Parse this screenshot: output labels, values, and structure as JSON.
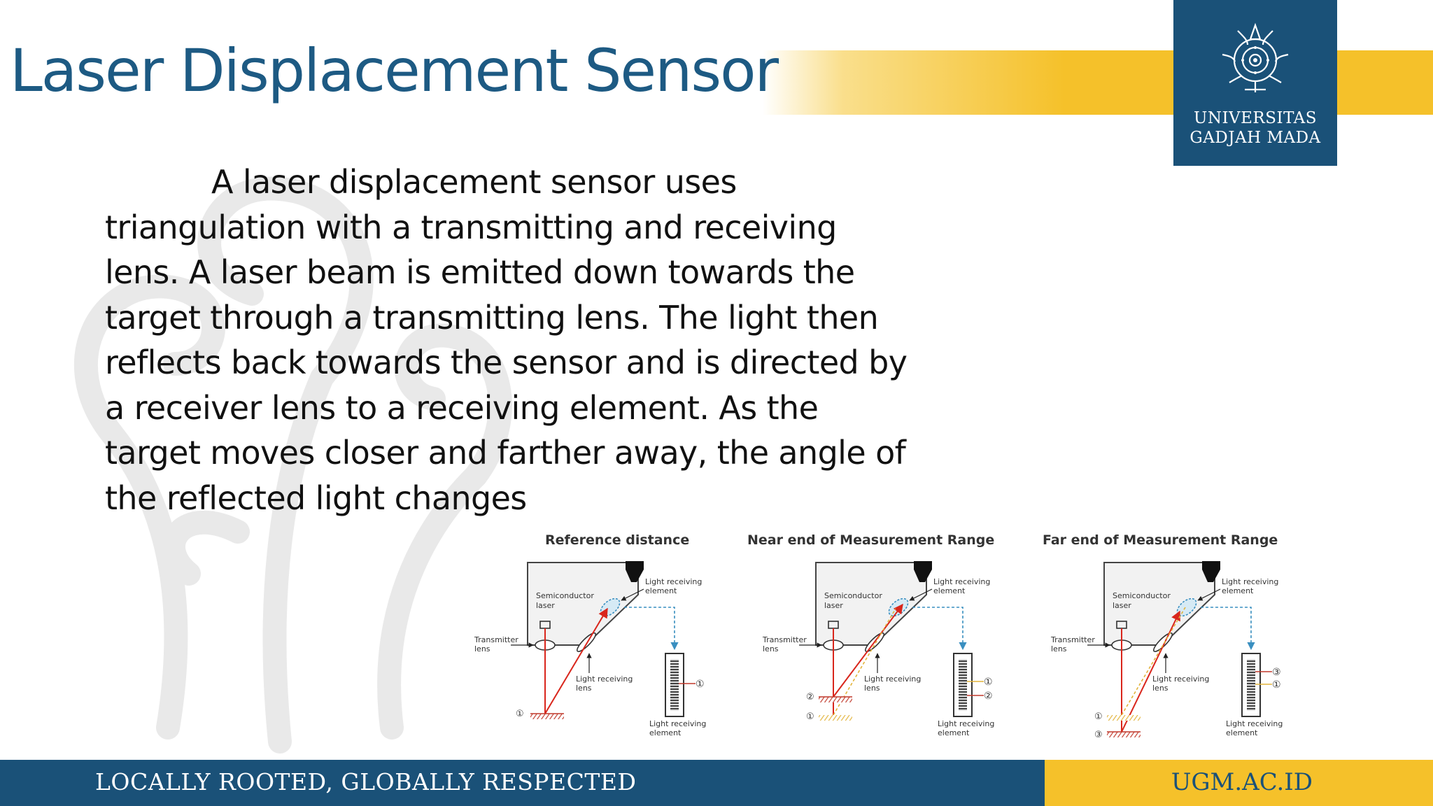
{
  "slide": {
    "title": "Laser Displacement Sensor",
    "body": "A laser displacement sensor uses triangulation with a transmitting and receiving lens. A laser beam is emitted down towards the target through a transmitting lens. The light then reflects back towards the sensor and is directed by a receiver lens to a receiving element. As the target moves closer and farther away, the angle of the reflected light changes"
  },
  "logo": {
    "line1": "UNIVERSITAS",
    "line2": "GADJAH MADA",
    "icon": "university-emblem-icon"
  },
  "diagram": {
    "panels": [
      {
        "title": "Reference distance",
        "markers": [
          "①"
        ],
        "element_markers": [
          "①"
        ]
      },
      {
        "title": "Near end of Measurement Range",
        "markers": [
          "②",
          "①"
        ],
        "element_markers": [
          "①",
          "②"
        ]
      },
      {
        "title": "Far end of Measurement Range",
        "markers": [
          "①",
          "③"
        ],
        "element_markers": [
          "③",
          "①"
        ]
      }
    ],
    "labels": {
      "semiconductor_laser_1": "Semiconductor",
      "semiconductor_laser_2": "laser",
      "transmitter_lens_1": "Transmitter",
      "transmitter_lens_2": "lens",
      "light_receiving_lens_1": "Light receiving",
      "light_receiving_lens_2": "lens",
      "light_receiving_element_1": "Light receiving",
      "light_receiving_element_2": "element"
    }
  },
  "footer": {
    "tagline": "LOCALLY ROOTED, GLOBALLY RESPECTED",
    "site": "UGM.AC.ID"
  },
  "colors": {
    "navy": "#1a5178",
    "gold": "#f5c12a",
    "title": "#1d5a83",
    "laser": "#d9261c",
    "dashed": "#3a8fc0"
  }
}
